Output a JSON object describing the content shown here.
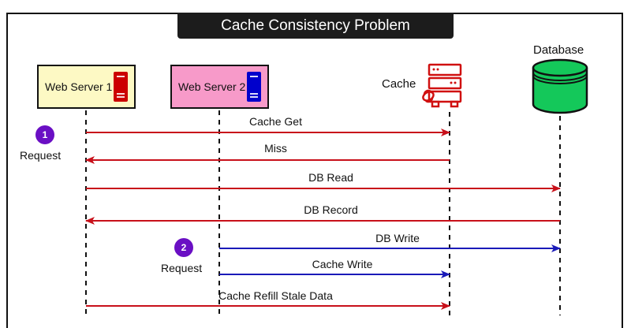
{
  "title": "Cache Consistency Problem",
  "actors": {
    "web_server_1": {
      "label": "Web Server 1",
      "fill": "#fdf9c4",
      "icon_color": "#cc0000"
    },
    "web_server_2": {
      "label": "Web Server 2",
      "fill": "#f79ac9",
      "icon_color": "#0000cc"
    },
    "cache": {
      "label": "Cache",
      "icon_color": "#d01010"
    },
    "database": {
      "label": "Database",
      "fill": "#14c85a"
    }
  },
  "requests": [
    {
      "number": "1",
      "label": "Request",
      "badge_color": "#6a0fc4"
    },
    {
      "number": "2",
      "label": "Request",
      "badge_color": "#6a0fc4"
    }
  ],
  "colors": {
    "request1_flow": "#c8101a",
    "request2_flow": "#1a1ab8",
    "lifeline": "#111111"
  },
  "messages": [
    {
      "label": "Cache Get",
      "from": "web_server_1",
      "to": "cache",
      "flow": "request1"
    },
    {
      "label": "Miss",
      "from": "cache",
      "to": "web_server_1",
      "flow": "request1"
    },
    {
      "label": "DB Read",
      "from": "web_server_1",
      "to": "database",
      "flow": "request1"
    },
    {
      "label": "DB Record",
      "from": "database",
      "to": "web_server_1",
      "flow": "request1"
    },
    {
      "label": "DB Write",
      "from": "web_server_2",
      "to": "database",
      "flow": "request2"
    },
    {
      "label": "Cache Write",
      "from": "web_server_2",
      "to": "cache",
      "flow": "request2"
    },
    {
      "label": "Cache Refill Stale Data",
      "from": "web_server_1",
      "to": "cache",
      "flow": "request1"
    }
  ]
}
